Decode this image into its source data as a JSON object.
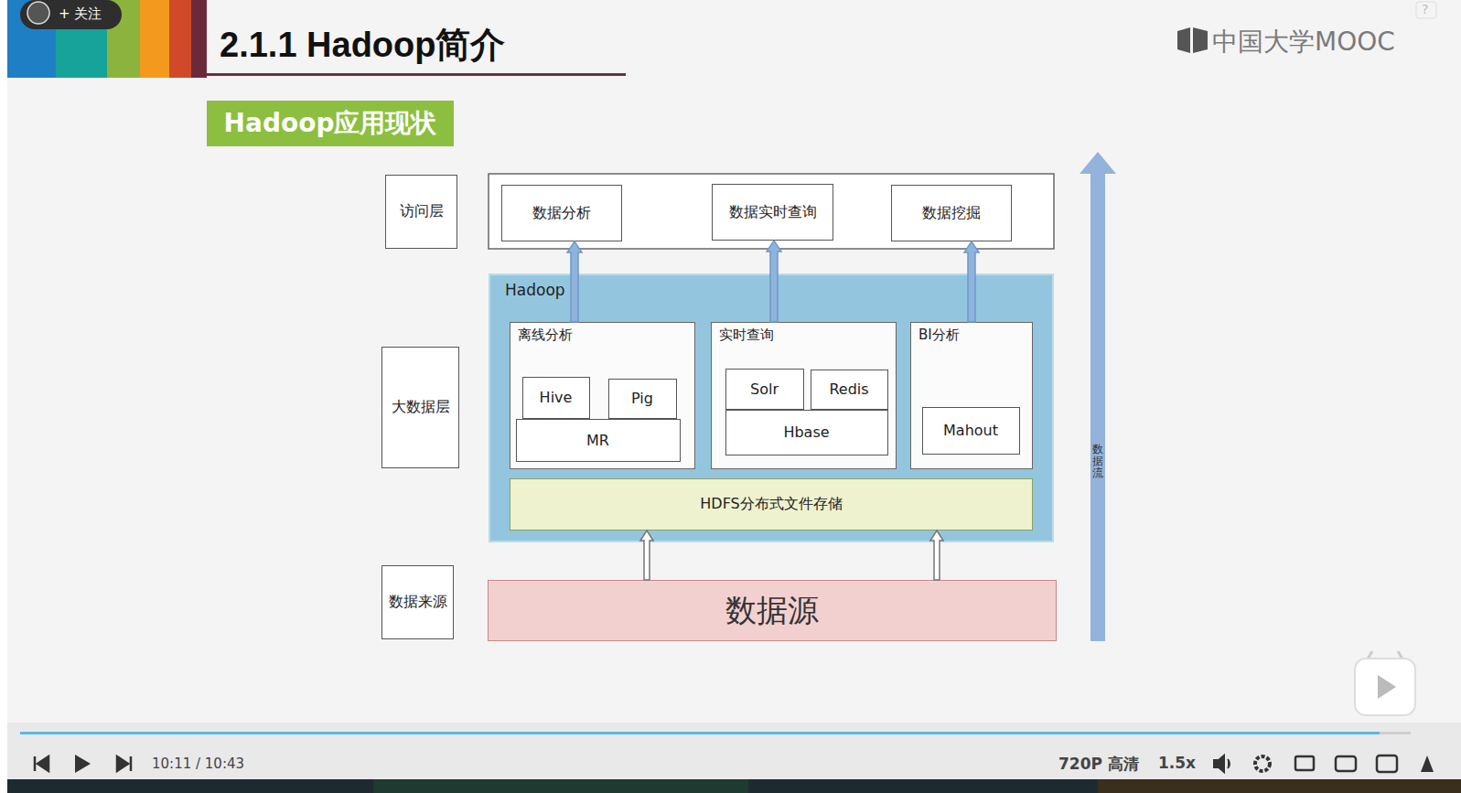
{
  "diagram": {
    "title": "2.1.1 Hadoop简介",
    "nodes": [
      {
        "text": [
          "访问层"
        ]
      },
      {
        "text": [
          "数据分析"
        ]
      },
      {
        "text": [
          "数据实时查询"
        ]
      },
      {
        "text": [
          "数据挖掘"
        ]
      },
      {
        "text": [
          "大数据层"
        ]
      },
      {
        "text": [
          "Hadoop"
        ]
      },
      {
        "text": [
          "离线分析"
        ],
        "in": 5
      },
      {
        "text": [
          "Hive"
        ],
        "in": 6
      },
      {
        "text": [
          "Pig"
        ],
        "in": 6
      },
      {
        "text": [
          "MR"
        ],
        "in": 6
      },
      {
        "text": [
          "实时查询"
        ],
        "in": 5
      },
      {
        "text": [
          "Solr"
        ],
        "in": 10
      },
      {
        "text": [
          "Redis"
        ],
        "in": 10
      },
      {
        "text": [
          "Hbase"
        ],
        "in": 10
      },
      {
        "text": [
          "BI分析"
        ],
        "in": 5
      },
      {
        "text": [
          "Mahout"
        ],
        "in": 14
      },
      {
        "text": [
          "HDFS分布式文件存储"
        ],
        "in": 5
      },
      {
        "text": [
          "数据来源"
        ]
      },
      {
        "text": [
          "数据源"
        ]
      }
    ],
    "edges": [
      {
        "from": 6,
        "to": 1,
        "arrow": "to"
      },
      {
        "from": 10,
        "to": 2,
        "arrow": "to"
      },
      {
        "from": 14,
        "to": 3,
        "arrow": "to"
      },
      {
        "from": 18,
        "to": 16,
        "arrow": "to"
      },
      {
        "from": 18,
        "to": 16,
        "arrow": "to"
      }
    ],
    "labels": [
      "+ 关注",
      "Hadoop应用现状",
      "中国大学MOOC",
      "?",
      "数据流",
      "10:11 / 10:43",
      "720P 高清",
      "1.5x"
    ]
  }
}
